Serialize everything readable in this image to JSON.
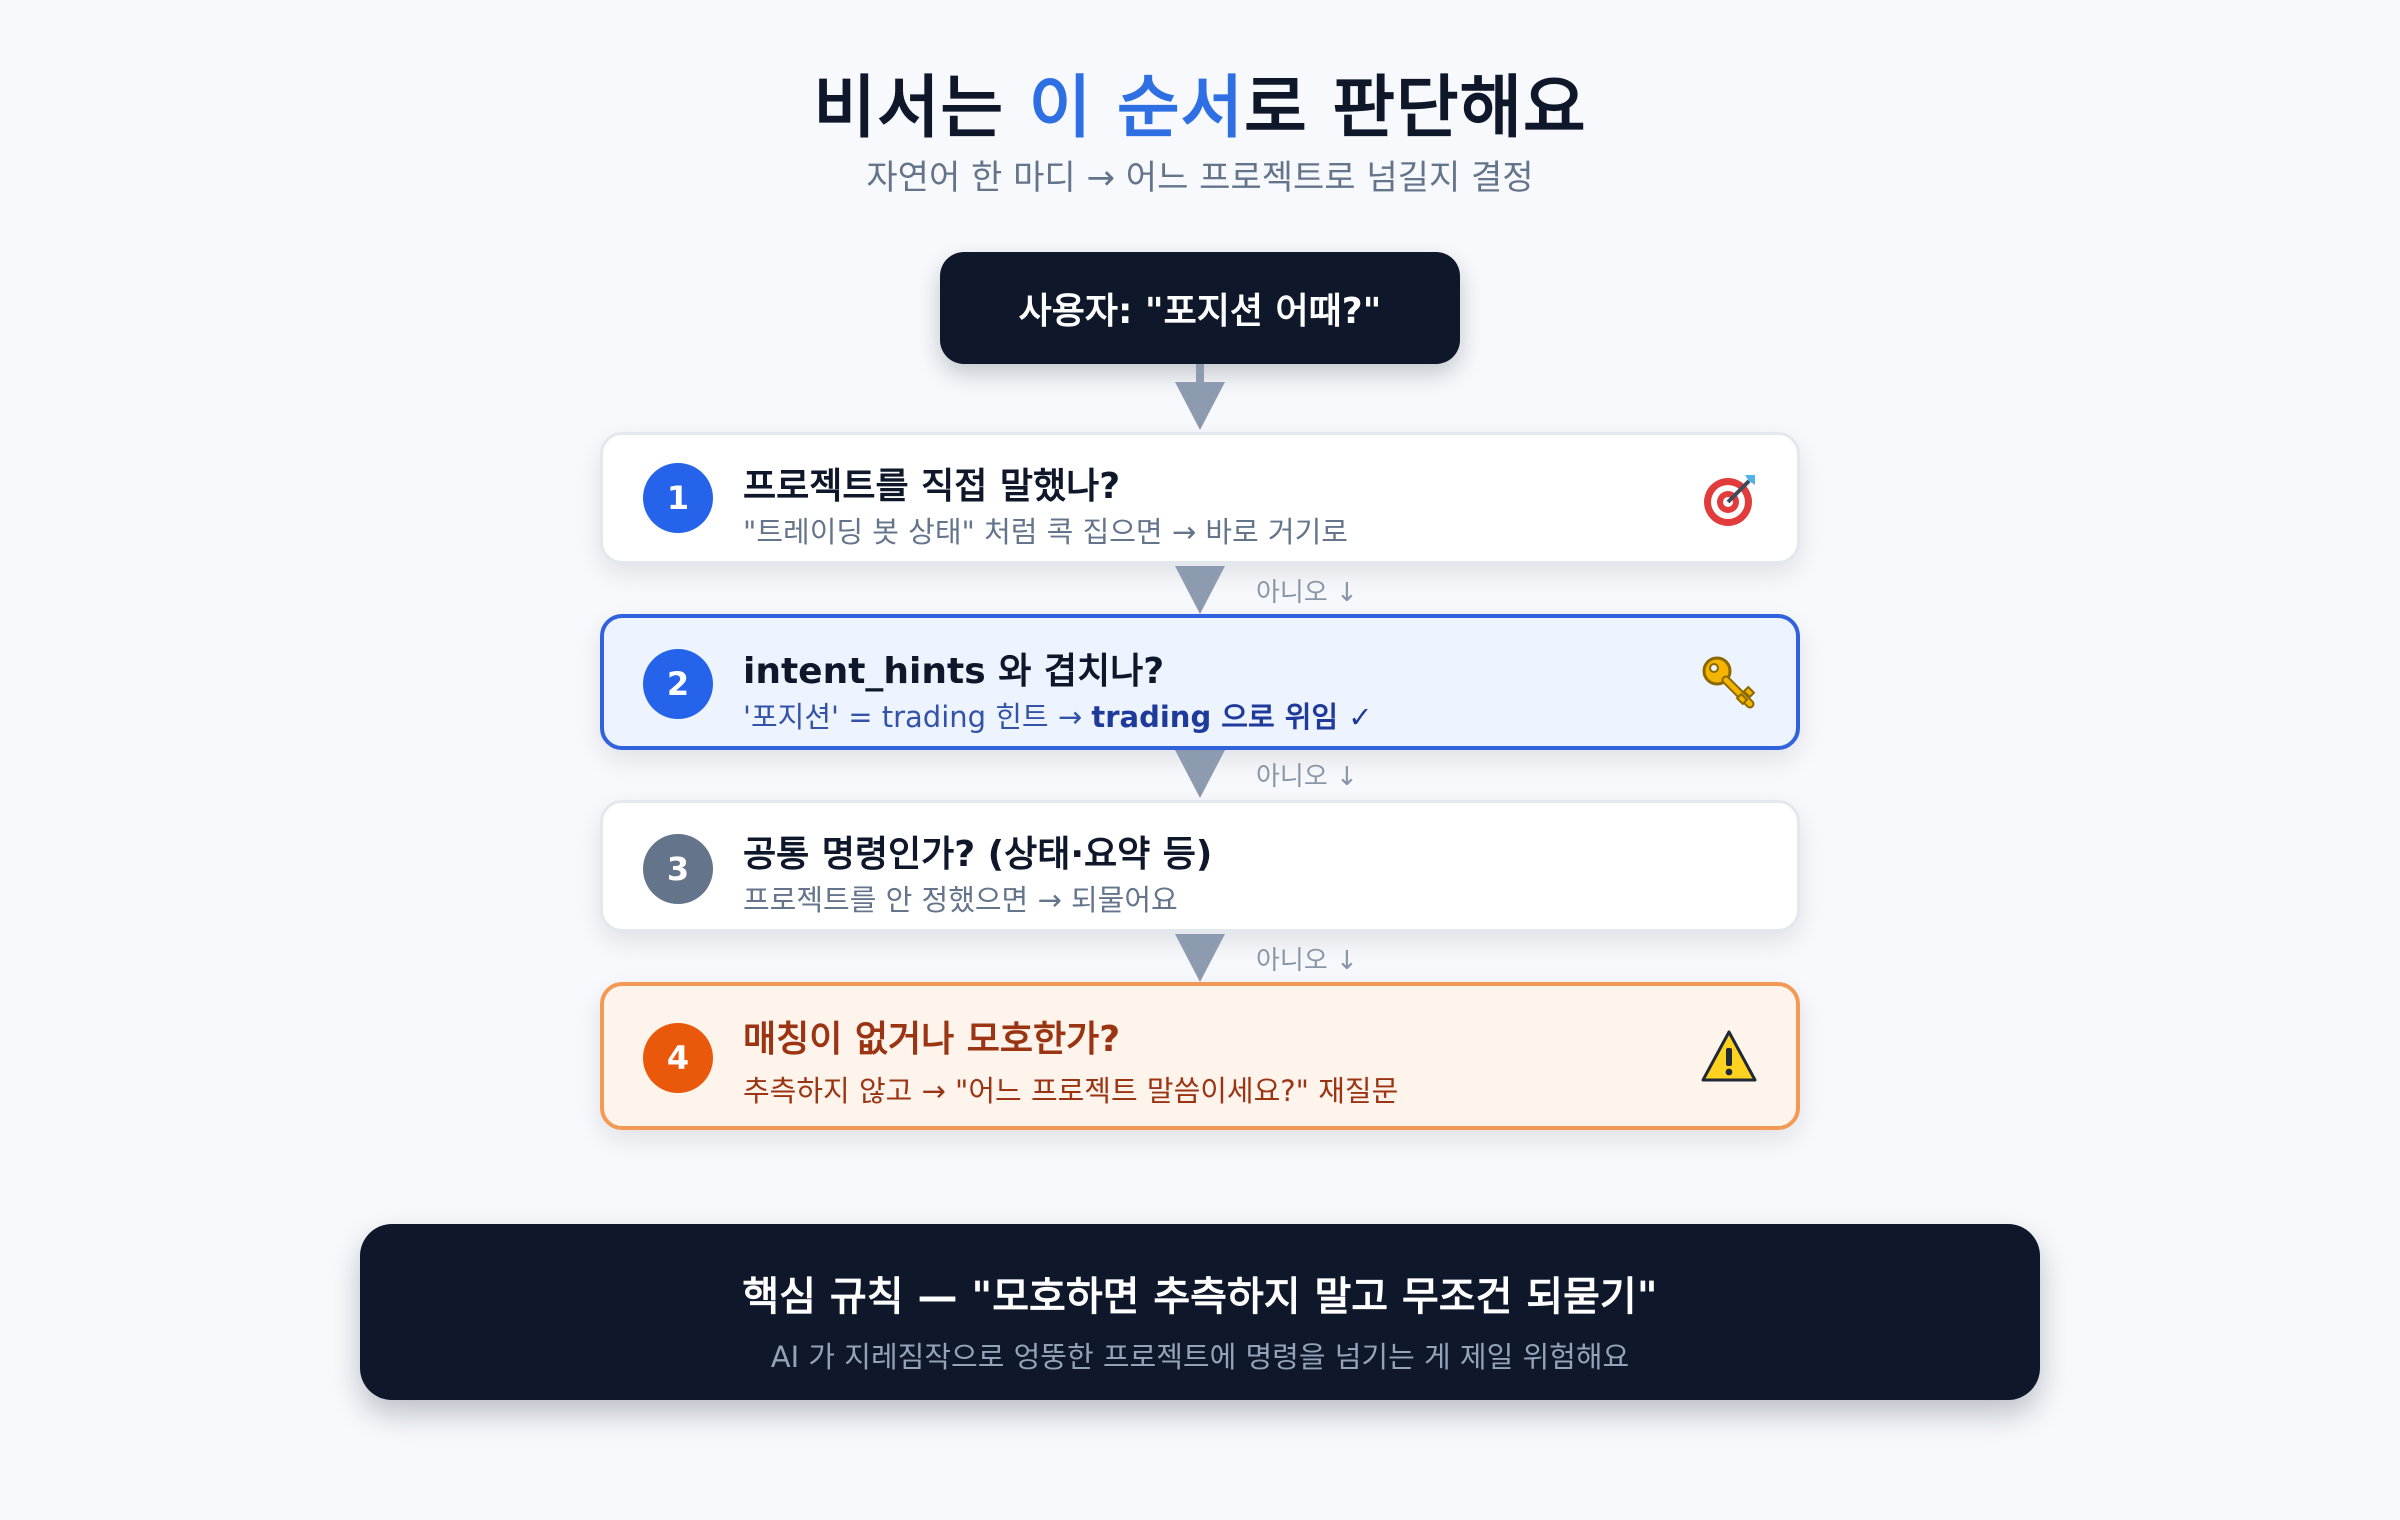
{
  "header": {
    "title_pre": "비서는 ",
    "title_highlight": "이 순서",
    "title_post": "로 판단해요",
    "subtitle": "자연어 한 마디 → 어느 프로젝트로 넘길지 결정"
  },
  "user_box": {
    "text": "사용자: \"포지션 어때?\""
  },
  "no_label": "아니오 ↓",
  "steps": [
    {
      "number": "1",
      "title": "프로젝트를 직접 말했나?",
      "desc": "\"트레이딩 봇 상태\" 처럼 콕 집으면 → 바로 거기로",
      "icon": "target-icon",
      "badge_color": "#2563eb"
    },
    {
      "number": "2",
      "title": "intent_hints 와 겹치나?",
      "desc_pre": "'포지션' = trading 힌트 → ",
      "desc_bold": "trading 으로 위임 ✓",
      "icon": "key-icon",
      "badge_color": "#2563eb"
    },
    {
      "number": "3",
      "title": "공통 명령인가? (상태·요약 등)",
      "desc": "프로젝트를 안 정했으면 → 되물어요",
      "badge_color": "#64748b"
    },
    {
      "number": "4",
      "title": "매칭이 없거나 모호한가?",
      "desc": "추측하지 않고 → \"어느 프로젝트 말씀이세요?\" 재질문",
      "icon": "warning-icon",
      "badge_color": "#ea580c"
    }
  ],
  "footer": {
    "title": "핵심 규칙 — \"모호하면 추측하지 말고 무조건 되묻기\"",
    "subtitle": "AI 가 지레짐작으로 엉뚱한 프로젝트에 명령을 넘기는 게 제일 위험해요"
  },
  "colors": {
    "accent": "#2f6fe4",
    "dark": "#0f172a",
    "hint_border": "#2f62dc",
    "warn_border": "#f29a55"
  }
}
